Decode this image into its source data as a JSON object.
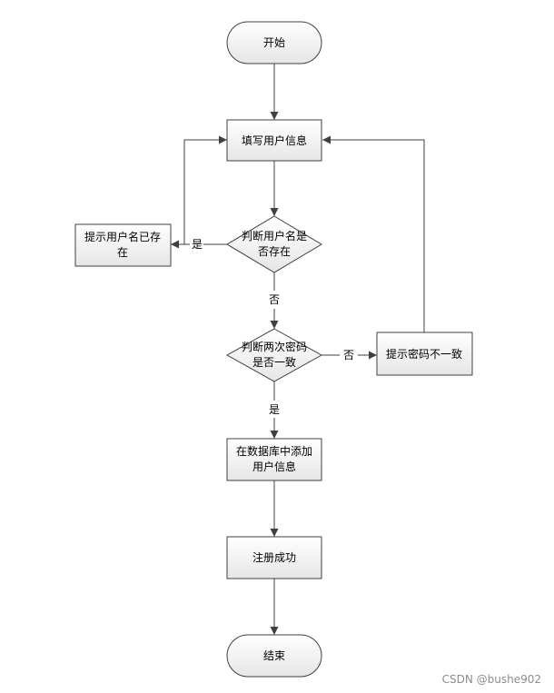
{
  "colors": {
    "shape_fill_top": "#ffffff",
    "shape_fill_bottom": "#e6e6e6",
    "stroke": "#404040",
    "text": "#000000",
    "watermark": "#8c8c8c"
  },
  "nodes": {
    "start": {
      "label": "开始"
    },
    "fill_info": {
      "label": "填写用户信息"
    },
    "check_username": {
      "line1": "判断用户名是",
      "line2": "否存在"
    },
    "user_exists": {
      "line1": "提示用户名已存",
      "line2": "在"
    },
    "check_password": {
      "line1": "判断两次密码",
      "line2": "是否一致"
    },
    "password_mismatch": {
      "label": "提示密码不一致"
    },
    "save_db": {
      "line1": "在数据库中添加",
      "line2": "用户信息"
    },
    "register_success": {
      "label": "注册成功"
    },
    "end": {
      "label": "结束"
    }
  },
  "edge_labels": {
    "username_yes": "是",
    "username_no": "否",
    "password_no": "否",
    "password_yes": "是"
  },
  "watermark": "CSDN @bushe902"
}
